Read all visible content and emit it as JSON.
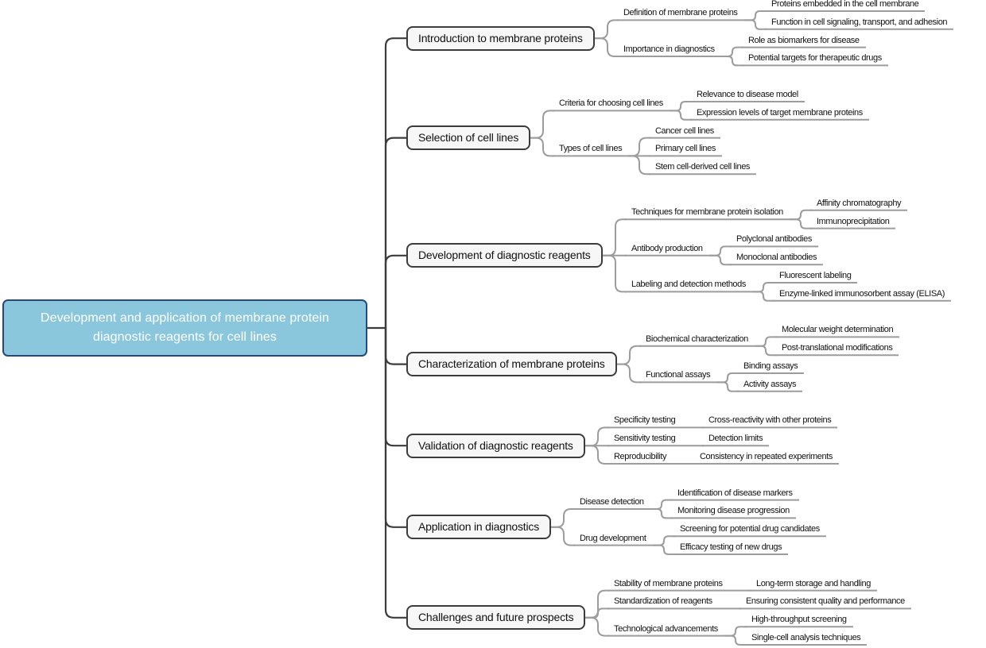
{
  "root": {
    "label": "Development and application of membrane protein diagnostic reagents for cell lines"
  },
  "branches": [
    {
      "label": "Introduction to membrane proteins",
      "children": [
        {
          "label": "Definition of membrane proteins",
          "children": [
            {
              "label": "Proteins embedded in the cell membrane"
            },
            {
              "label": "Function in cell signaling, transport, and adhesion"
            }
          ]
        },
        {
          "label": "Importance in diagnostics",
          "children": [
            {
              "label": "Role as biomarkers for disease"
            },
            {
              "label": "Potential targets for therapeutic drugs"
            }
          ]
        }
      ]
    },
    {
      "label": "Selection of cell lines",
      "children": [
        {
          "label": "Criteria for choosing cell lines",
          "children": [
            {
              "label": "Relevance to disease model"
            },
            {
              "label": "Expression levels of target membrane proteins"
            }
          ]
        },
        {
          "label": "Types of cell lines",
          "children": [
            {
              "label": "Cancer cell lines"
            },
            {
              "label": "Primary cell lines"
            },
            {
              "label": "Stem cell-derived cell lines"
            }
          ]
        }
      ]
    },
    {
      "label": "Development of diagnostic reagents",
      "children": [
        {
          "label": "Techniques for membrane protein isolation",
          "children": [
            {
              "label": "Affinity chromatography"
            },
            {
              "label": "Immunoprecipitation"
            }
          ]
        },
        {
          "label": "Antibody production",
          "children": [
            {
              "label": "Polyclonal antibodies"
            },
            {
              "label": "Monoclonal antibodies"
            }
          ]
        },
        {
          "label": "Labeling and detection methods",
          "children": [
            {
              "label": "Fluorescent labeling"
            },
            {
              "label": "Enzyme-linked immunosorbent assay (ELISA)"
            }
          ]
        }
      ]
    },
    {
      "label": "Characterization of membrane proteins",
      "children": [
        {
          "label": "Biochemical characterization",
          "children": [
            {
              "label": "Molecular weight determination"
            },
            {
              "label": "Post-translational modifications"
            }
          ]
        },
        {
          "label": "Functional assays",
          "children": [
            {
              "label": "Binding assays"
            },
            {
              "label": "Activity assays"
            }
          ]
        }
      ]
    },
    {
      "label": "Validation of diagnostic reagents",
      "children": [
        {
          "label": "Specificity testing",
          "children": [
            {
              "label": "Cross-reactivity with other proteins"
            }
          ]
        },
        {
          "label": "Sensitivity testing",
          "children": [
            {
              "label": "Detection limits"
            }
          ]
        },
        {
          "label": "Reproducibility",
          "children": [
            {
              "label": "Consistency in repeated experiments"
            }
          ]
        }
      ]
    },
    {
      "label": "Application in diagnostics",
      "children": [
        {
          "label": "Disease detection",
          "children": [
            {
              "label": "Identification of disease markers"
            },
            {
              "label": "Monitoring disease progression"
            }
          ]
        },
        {
          "label": "Drug development",
          "children": [
            {
              "label": "Screening for potential drug candidates"
            },
            {
              "label": "Efficacy testing of new drugs"
            }
          ]
        }
      ]
    },
    {
      "label": "Challenges and future prospects",
      "children": [
        {
          "label": "Stability of membrane proteins",
          "children": [
            {
              "label": "Long-term storage and handling"
            }
          ]
        },
        {
          "label": "Standardization of reagents",
          "children": [
            {
              "label": "Ensuring consistent quality and performance"
            }
          ]
        },
        {
          "label": "Technological advancements",
          "children": [
            {
              "label": "High-throughput screening"
            },
            {
              "label": "Single-cell analysis techniques"
            }
          ]
        }
      ]
    }
  ],
  "colors": {
    "root_fill": "#8AC7DC",
    "root_border": "#25497E",
    "root_text": "#FFFFFF",
    "topic_fill": "#F7F7F7",
    "topic_border": "#3C3C3C",
    "link_dark": "#3C3C3C",
    "link_gray": "#9C9C9C",
    "text": "#111111",
    "background": "#FFFFFF"
  }
}
